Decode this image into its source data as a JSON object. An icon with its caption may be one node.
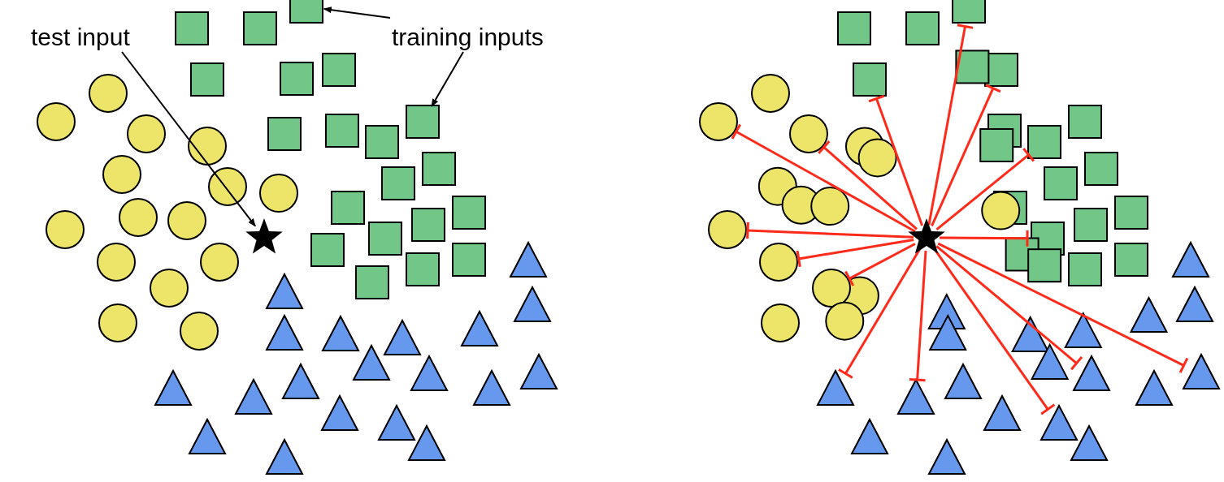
{
  "diagram": {
    "nodes": [
      {
        "text": [
          "test input"
        ]
      },
      {
        "text": [
          "training inputs"
        ]
      },
      {
        "text": [],
        "shape": "star"
      },
      {
        "text": [],
        "shape": "box"
      },
      {
        "text": [],
        "shape": "box"
      },
      {
        "text": [],
        "shape": "box"
      },
      {
        "text": [],
        "shape": "box"
      },
      {
        "text": [],
        "shape": "box"
      },
      {
        "text": [],
        "shape": "box"
      },
      {
        "text": [],
        "shape": "box"
      },
      {
        "text": [],
        "shape": "box"
      },
      {
        "text": [],
        "shape": "box"
      },
      {
        "text": [],
        "shape": "box"
      },
      {
        "text": [],
        "shape": "box"
      },
      {
        "text": [],
        "shape": "box"
      },
      {
        "text": [],
        "shape": "box"
      },
      {
        "text": [],
        "shape": "box"
      },
      {
        "text": [],
        "shape": "box"
      },
      {
        "text": [],
        "shape": "box"
      },
      {
        "text": [],
        "shape": "box"
      },
      {
        "text": [],
        "shape": "box"
      },
      {
        "text": [],
        "shape": "box"
      },
      {
        "text": [],
        "shape": "box"
      },
      {
        "text": [],
        "shape": "box"
      },
      {
        "text": [],
        "shape": "box"
      },
      {
        "text": [],
        "shape": "box"
      },
      {
        "text": [],
        "shape": "box"
      },
      {
        "text": [],
        "shape": "box"
      },
      {
        "text": [],
        "shape": "box"
      },
      {
        "text": [],
        "shape": "box"
      },
      {
        "text": [],
        "shape": "box"
      },
      {
        "text": [],
        "shape": "box"
      },
      {
        "text": [],
        "shape": "box"
      },
      {
        "text": [],
        "shape": "box"
      },
      {
        "text": [],
        "shape": "box"
      },
      {
        "text": [],
        "shape": "box"
      },
      {
        "text": [],
        "shape": "box"
      },
      {
        "text": [],
        "shape": "box"
      },
      {
        "text": [],
        "shape": "box"
      },
      {
        "text": [],
        "shape": "box"
      },
      {
        "text": [],
        "shape": "box"
      },
      {
        "text": [],
        "shape": "box"
      },
      {
        "text": [],
        "shape": "box"
      },
      {
        "text": [],
        "shape": "star"
      },
      {
        "text": [],
        "shape": "circle"
      },
      {
        "text": [],
        "shape": "circle"
      },
      {
        "text": [],
        "shape": "circle"
      },
      {
        "text": [],
        "shape": "circle"
      },
      {
        "text": [],
        "shape": "circle"
      },
      {
        "text": [],
        "shape": "circle"
      },
      {
        "text": [],
        "shape": "circle"
      },
      {
        "text": [],
        "shape": "circle"
      },
      {
        "text": [],
        "shape": "circle"
      },
      {
        "text": [],
        "shape": "circle"
      },
      {
        "text": [],
        "shape": "circle"
      },
      {
        "text": [],
        "shape": "circle"
      },
      {
        "text": [],
        "shape": "circle"
      },
      {
        "text": [],
        "shape": "circle"
      },
      {
        "text": [],
        "shape": "circle"
      },
      {
        "text": [],
        "shape": "triangle"
      },
      {
        "text": [],
        "shape": "triangle"
      },
      {
        "text": [],
        "shape": "triangle"
      },
      {
        "text": [],
        "shape": "triangle"
      },
      {
        "text": [],
        "shape": "triangle"
      },
      {
        "text": [],
        "shape": "triangle"
      },
      {
        "text": [],
        "shape": "triangle"
      },
      {
        "text": [],
        "shape": "triangle"
      },
      {
        "text": [],
        "shape": "triangle"
      },
      {
        "text": [],
        "shape": "triangle"
      },
      {
        "text": [],
        "shape": "triangle"
      },
      {
        "text": [],
        "shape": "triangle"
      },
      {
        "text": [],
        "shape": "triangle"
      },
      {
        "text": [],
        "shape": "triangle"
      },
      {
        "text": [],
        "shape": "triangle"
      },
      {
        "text": [],
        "shape": "triangle"
      },
      {
        "text": [],
        "shape": "triangle"
      },
      {
        "text": [],
        "shape": "triangle"
      },
      {
        "text": [],
        "shape": "triangle"
      },
      {
        "text": [],
        "shape": "circle"
      },
      {
        "text": [],
        "shape": "circle"
      },
      {
        "text": [],
        "shape": "circle"
      },
      {
        "text": [],
        "shape": "circle"
      },
      {
        "text": [],
        "shape": "circle"
      },
      {
        "text": [],
        "shape": "circle"
      },
      {
        "text": [],
        "shape": "circle"
      },
      {
        "text": [],
        "shape": "circle"
      },
      {
        "text": [],
        "shape": "circle"
      },
      {
        "text": [],
        "shape": "circle"
      },
      {
        "text": [],
        "shape": "circle"
      },
      {
        "text": [],
        "shape": "circle"
      },
      {
        "text": [],
        "shape": "circle"
      },
      {
        "text": [],
        "shape": "circle"
      },
      {
        "text": [],
        "shape": "circle"
      },
      {
        "text": [],
        "shape": "triangle"
      },
      {
        "text": [],
        "shape": "triangle"
      },
      {
        "text": [],
        "shape": "triangle"
      },
      {
        "text": [],
        "shape": "triangle"
      },
      {
        "text": [],
        "shape": "triangle"
      },
      {
        "text": [],
        "shape": "triangle"
      },
      {
        "text": [],
        "shape": "triangle"
      },
      {
        "text": [],
        "shape": "triangle"
      },
      {
        "text": [],
        "shape": "triangle"
      },
      {
        "text": [],
        "shape": "triangle"
      },
      {
        "text": [],
        "shape": "triangle"
      },
      {
        "text": [],
        "shape": "triangle"
      },
      {
        "text": [],
        "shape": "triangle"
      },
      {
        "text": [],
        "shape": "triangle"
      },
      {
        "text": [],
        "shape": "triangle"
      },
      {
        "text": [],
        "shape": "triangle"
      },
      {
        "text": [],
        "shape": "triangle"
      },
      {
        "text": [],
        "shape": "triangle"
      },
      {
        "text": [],
        "shape": "triangle"
      }
    ],
    "edges": [
      {
        "from": 0,
        "to": 2,
        "arrow": "to",
        "color": "#000000"
      },
      {
        "from": 1,
        "to": 3,
        "arrow": "to",
        "color": "#000000"
      },
      {
        "from": 1,
        "to": 9,
        "arrow": "to",
        "color": "#000000"
      },
      {
        "from": 43,
        "to": 23,
        "arrow": "other",
        "color": "#ff2a1a"
      },
      {
        "from": 43,
        "to": 26,
        "arrow": "other",
        "color": "#ff2a1a"
      },
      {
        "from": 43,
        "to": 28,
        "arrow": "other",
        "color": "#ff2a1a"
      },
      {
        "from": 43,
        "to": 78,
        "arrow": "other",
        "color": "#ff2a1a"
      },
      {
        "from": 43,
        "to": 80,
        "arrow": "other",
        "color": "#ff2a1a"
      },
      {
        "from": 43,
        "to": 32,
        "arrow": "other",
        "color": "#ff2a1a"
      },
      {
        "from": 43,
        "to": 85,
        "arrow": "other",
        "color": "#ff2a1a"
      },
      {
        "from": 43,
        "to": 38,
        "arrow": "other",
        "color": "#ff2a1a"
      },
      {
        "from": 43,
        "to": 88,
        "arrow": "other",
        "color": "#ff2a1a"
      },
      {
        "from": 43,
        "to": 90,
        "arrow": "other",
        "color": "#ff2a1a"
      },
      {
        "from": 43,
        "to": 106,
        "arrow": "other",
        "color": "#ff2a1a"
      },
      {
        "from": 43,
        "to": 104,
        "arrow": "other",
        "color": "#ff2a1a"
      },
      {
        "from": 43,
        "to": 101,
        "arrow": "other",
        "color": "#ff2a1a"
      },
      {
        "from": 43,
        "to": 100,
        "arrow": "other",
        "color": "#ff2a1a"
      },
      {
        "from": 43,
        "to": 109,
        "arrow": "other",
        "color": "#ff2a1a"
      }
    ]
  }
}
